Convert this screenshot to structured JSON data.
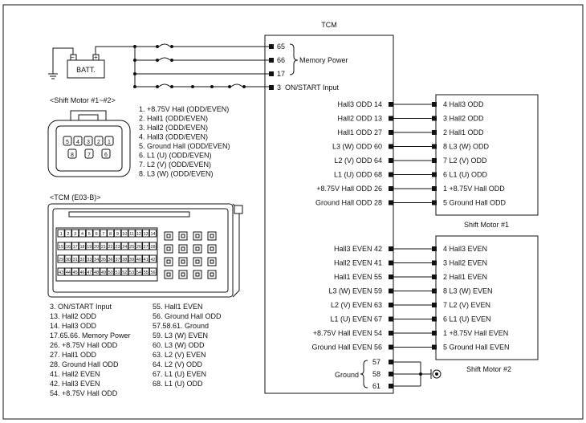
{
  "tcm": {
    "title": "TCM",
    "top_pins": [
      {
        "num": "65",
        "label": ""
      },
      {
        "num": "66",
        "label": "Memory Power"
      },
      {
        "num": "17",
        "label": ""
      },
      {
        "num": "3",
        "label": "ON/START Input"
      }
    ],
    "sm1_pins": [
      {
        "label": "Hall3 ODD 14",
        "motor": "4 Hall3 ODD"
      },
      {
        "label": "Hall2 ODD 13",
        "motor": "3 Hall2 ODD"
      },
      {
        "label": "Hall1 ODD 27",
        "motor": "2 Hall1 ODD"
      },
      {
        "label": "L3 (W) ODD 60",
        "motor": "8 L3 (W) ODD"
      },
      {
        "label": "L2 (V) ODD 64",
        "motor": "7 L2 (V) ODD"
      },
      {
        "label": "L1 (U) ODD 68",
        "motor": "6 L1 (U) ODD"
      },
      {
        "label": "+8.75V Hall ODD 26",
        "motor": "1 +8.75V Hall ODD"
      },
      {
        "label": "Ground Hall ODD 28",
        "motor": "5 Ground Hall ODD"
      }
    ],
    "sm2_pins": [
      {
        "label": "Hall3 EVEN 42",
        "motor": "4 Hall3 EVEN"
      },
      {
        "label": "Hall2 EVEN 41",
        "motor": "3 Hall2 EVEN"
      },
      {
        "label": "Hall1 EVEN 55",
        "motor": "2 Hall1 EVEN"
      },
      {
        "label": "L3 (W) EVEN 59",
        "motor": "8 L3 (W) EVEN"
      },
      {
        "label": "L2 (V) EVEN 63",
        "motor": "7 L2 (V) EVEN"
      },
      {
        "label": "L1 (U) EVEN 67",
        "motor": "6 L1 (U) EVEN"
      },
      {
        "label": "+8.75V Hall EVEN 54",
        "motor": "1 +8.75V Hall EVEN"
      },
      {
        "label": "Ground Hall EVEN 56",
        "motor": "5 Ground Hall EVEN"
      }
    ],
    "ground_label": "Ground",
    "ground_pins": [
      "57",
      "58",
      "61"
    ]
  },
  "batt_label": "BATT.",
  "batt_minus": "−",
  "batt_plus": "+",
  "shift_motor1_label": "Shift Motor #1",
  "shift_motor2_label": "Shift Motor #2",
  "sm_connector": {
    "title": "<Shift Motor #1~#2>",
    "row1": [
      "5",
      "4",
      "3",
      "2",
      "1"
    ],
    "row2": [
      "8",
      "7",
      "6"
    ],
    "pins": [
      "1. +8.75V Hall (ODD/EVEN)",
      "2. Hall1 (ODD/EVEN)",
      "3. Hall2 (ODD/EVEN)",
      "4. Hall3 (ODD/EVEN)",
      "5. Ground Hall (ODD/EVEN)",
      "6. L1 (U) (ODD/EVEN)",
      "7. L2 (V) (ODD/EVEN)",
      "8. L3 (W) (ODD/EVEN)"
    ]
  },
  "tcm_connector": {
    "title": "<TCM (E03-B)>",
    "row1": [
      "1",
      "2",
      "3",
      "4",
      "5",
      "6",
      "7",
      "8",
      "9",
      "10",
      "11",
      "12",
      "13",
      "14"
    ],
    "row2": [
      "15",
      "16",
      "17",
      "18",
      "19",
      "20",
      "21",
      "22",
      "23",
      "24",
      "25",
      "26",
      "27",
      "28"
    ],
    "row3": [
      "29",
      "30",
      "31",
      "32",
      "33",
      "34",
      "35",
      "36",
      "37",
      "38",
      "39",
      "40",
      "41",
      "42"
    ],
    "row4": [
      "43",
      "44",
      "45",
      "46",
      "47",
      "48",
      "49",
      "50",
      "51",
      "52",
      "53",
      "54",
      "55",
      "56"
    ],
    "left_list": [
      "3. ON/START Input",
      "13. Hall2 ODD",
      "14. Hall3 ODD",
      "17.65.66. Memory Power",
      "26. +8.75V Hall ODD",
      "27. Hall1 ODD",
      "28. Ground Hall ODD",
      "41. Hall2 EVEN",
      "42. Hall3 EVEN",
      "54. +8.75V Hall ODD"
    ],
    "right_list": [
      "55. Hall1 EVEN",
      "56. Ground Hall ODD",
      "57.58.61. Ground",
      "59. L3 (W) EVEN",
      "60. L3 (W) ODD",
      "63. L2 (V) EVEN",
      "64. L2 (V) ODD",
      "67. L1 (U) EVEN",
      "68. L1 (U) ODD"
    ]
  }
}
